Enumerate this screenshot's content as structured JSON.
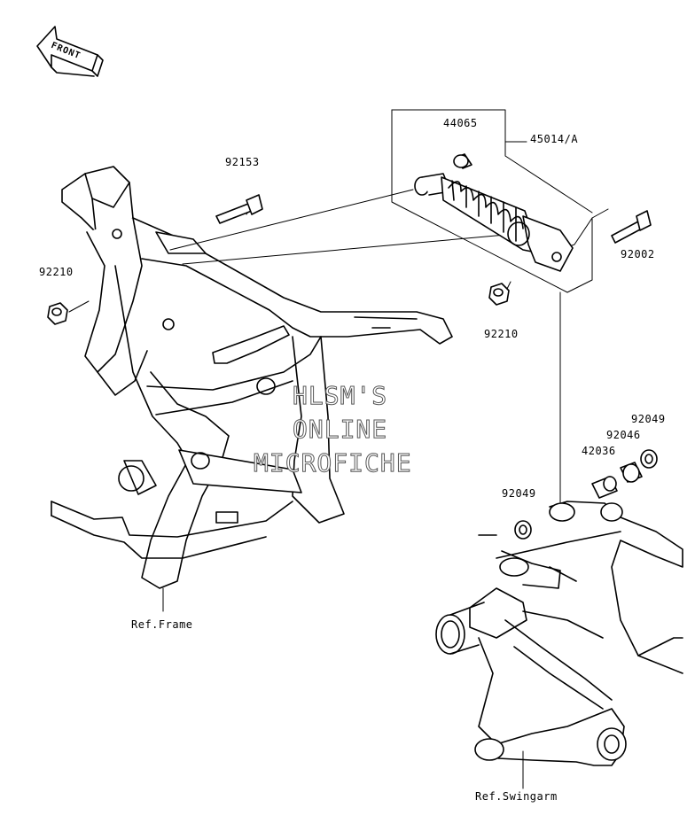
{
  "diagram": {
    "front_badge": "FRONT",
    "part_labels": {
      "p44065": "44065",
      "p45014": "45014/A",
      "p92153": "92153",
      "p92002": "92002",
      "p92210_left": "92210",
      "p92210_right": "92210",
      "p92049_top": "92049",
      "p92046": "92046",
      "p42036": "42036",
      "p92049_low": "92049"
    },
    "ref_frame": "Ref.Frame",
    "ref_swingarm": "Ref.Swingarm"
  },
  "watermark": {
    "line1": "HLSM'S",
    "line2": "ONLINE",
    "line3": "MICROFICHE"
  }
}
